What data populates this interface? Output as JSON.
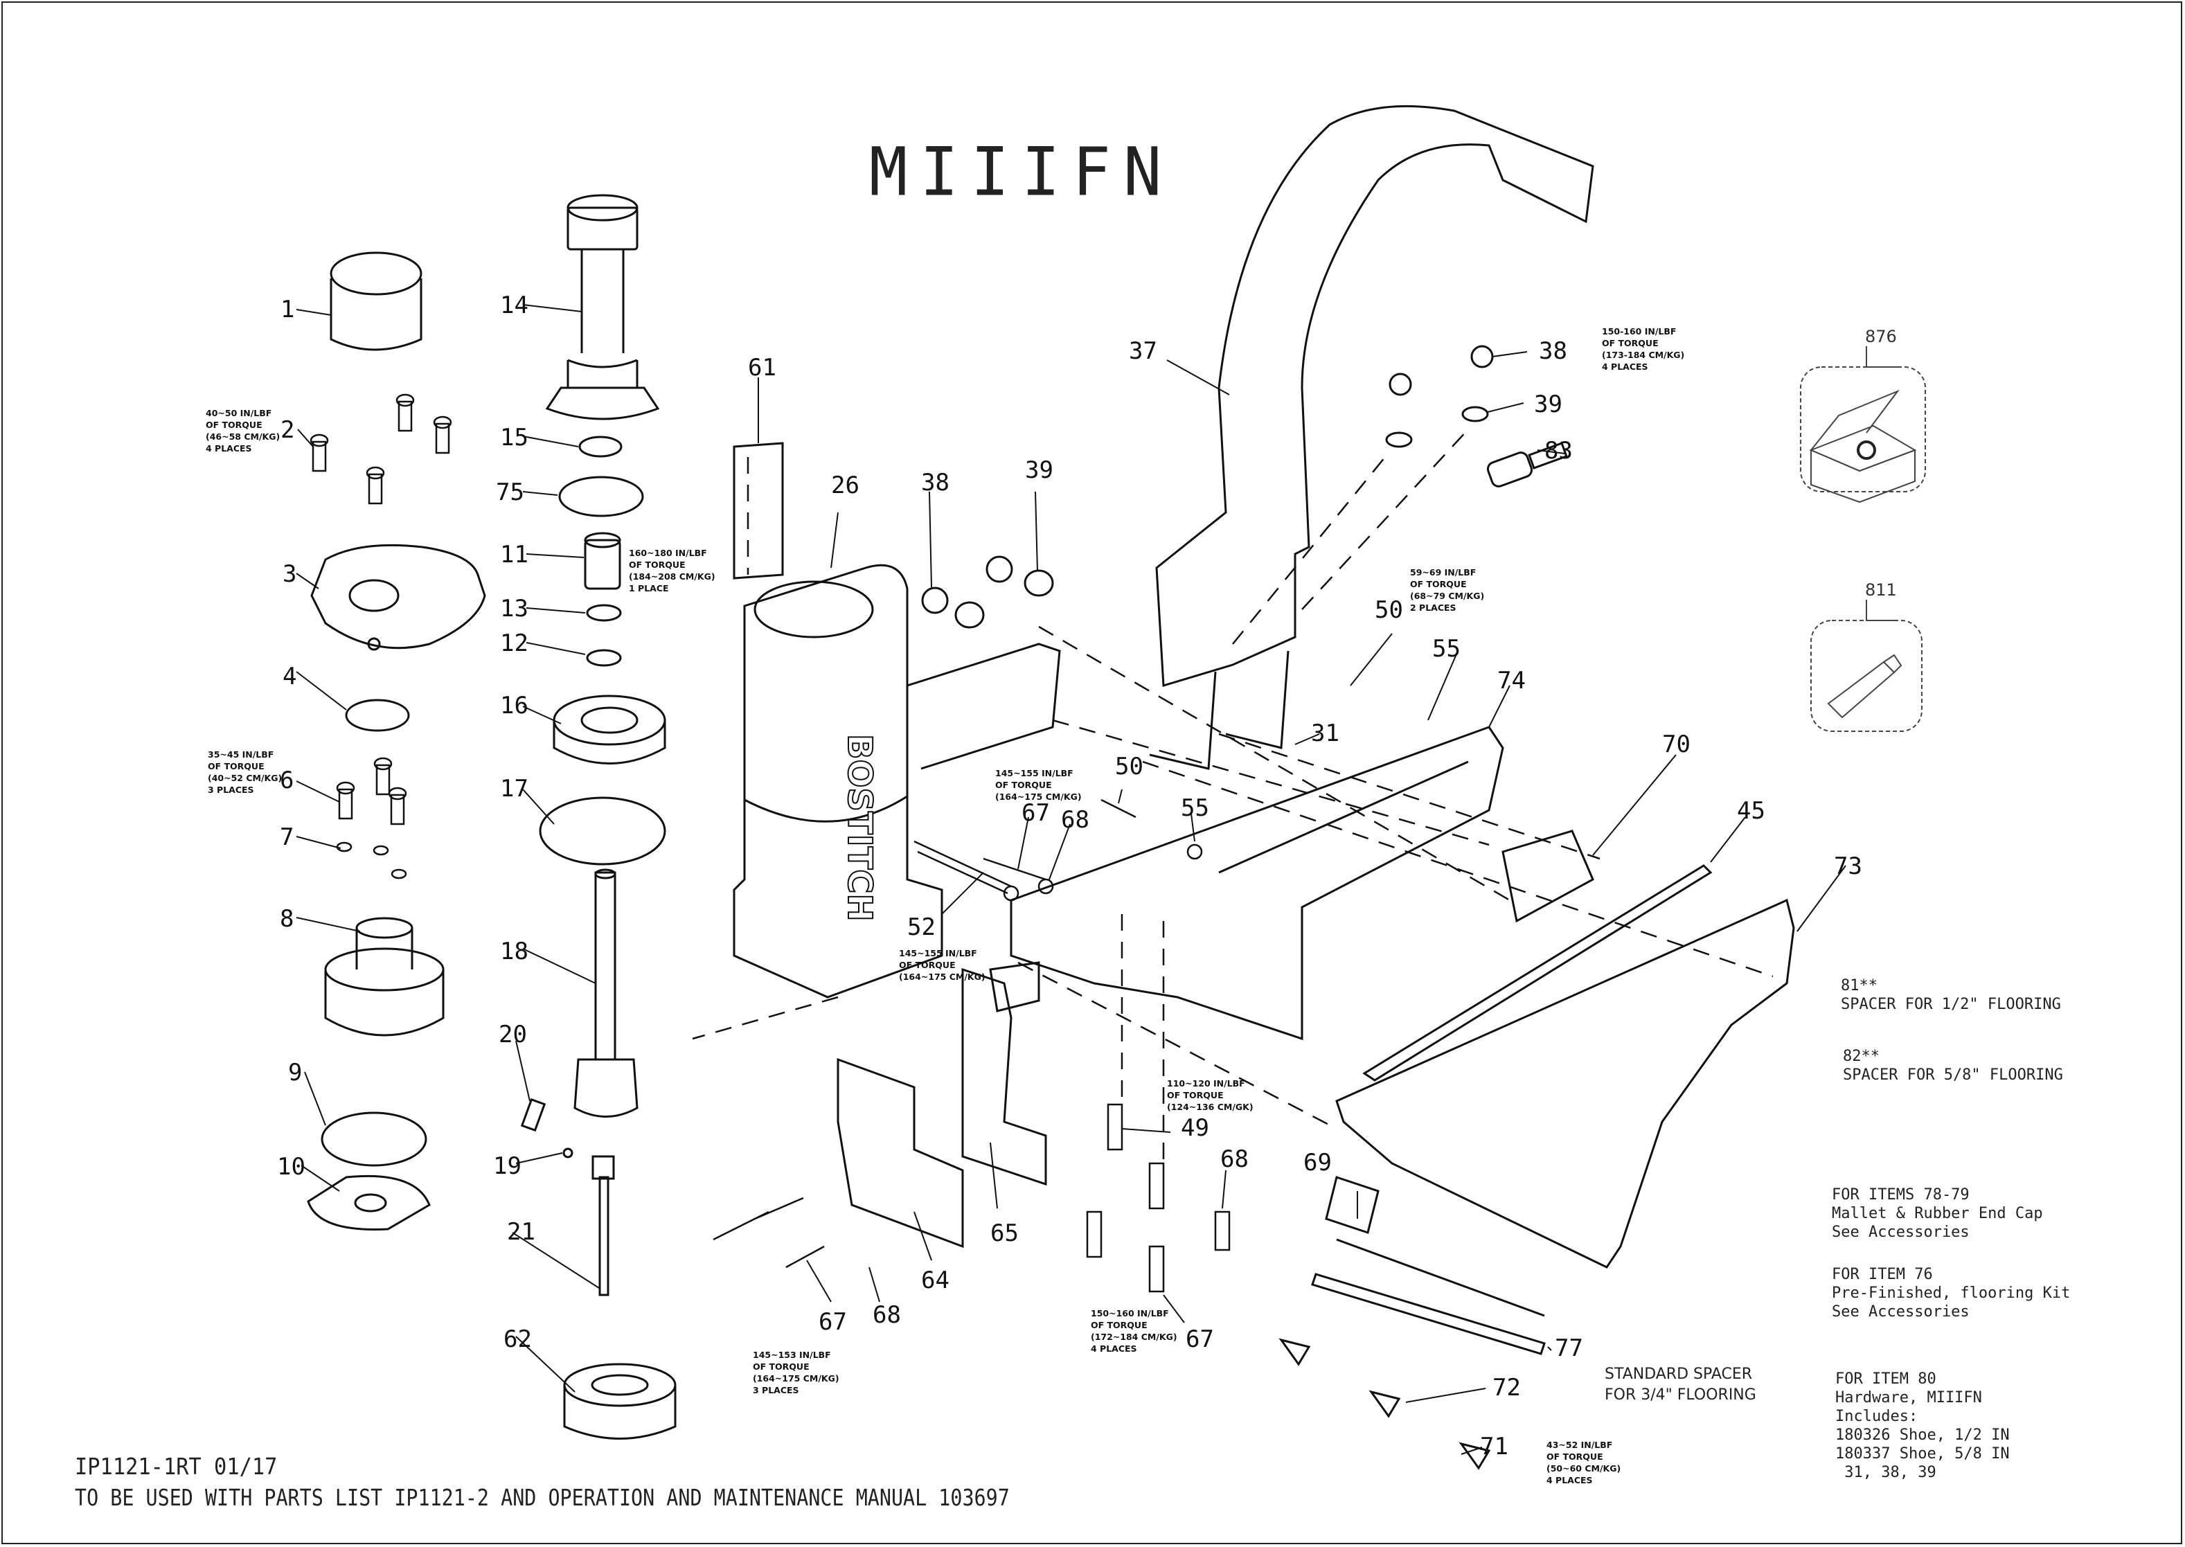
{
  "document": {
    "title": "MIIIFN",
    "doc_code": "IP1121-1RT 01/17",
    "footer_text": "TO BE USED WITH PARTS LIST IP1121-2 AND OPERATION AND MAINTENANCE MANUAL 103697"
  },
  "parts": [
    {
      "id": "1"
    },
    {
      "id": "2"
    },
    {
      "id": "3"
    },
    {
      "id": "4"
    },
    {
      "id": "6"
    },
    {
      "id": "7"
    },
    {
      "id": "8"
    },
    {
      "id": "9"
    },
    {
      "id": "10"
    },
    {
      "id": "11"
    },
    {
      "id": "12"
    },
    {
      "id": "13"
    },
    {
      "id": "14"
    },
    {
      "id": "15"
    },
    {
      "id": "16"
    },
    {
      "id": "17"
    },
    {
      "id": "18"
    },
    {
      "id": "19"
    },
    {
      "id": "20"
    },
    {
      "id": "21"
    },
    {
      "id": "26"
    },
    {
      "id": "31"
    },
    {
      "id": "37"
    },
    {
      "id": "38"
    },
    {
      "id": "39"
    },
    {
      "id": "45"
    },
    {
      "id": "49"
    },
    {
      "id": "50"
    },
    {
      "id": "52"
    },
    {
      "id": "55"
    },
    {
      "id": "61"
    },
    {
      "id": "62"
    },
    {
      "id": "64"
    },
    {
      "id": "65"
    },
    {
      "id": "67"
    },
    {
      "id": "68"
    },
    {
      "id": "69"
    },
    {
      "id": "70"
    },
    {
      "id": "71"
    },
    {
      "id": "72"
    },
    {
      "id": "73"
    },
    {
      "id": "74"
    },
    {
      "id": "75"
    },
    {
      "id": "77"
    },
    {
      "id": "83"
    }
  ],
  "callouts": [
    {
      "label": "1"
    },
    {
      "label": "2"
    },
    {
      "label": "3"
    },
    {
      "label": "4"
    },
    {
      "label": "6"
    },
    {
      "label": "7"
    },
    {
      "label": "8"
    },
    {
      "label": "9"
    },
    {
      "label": "10"
    },
    {
      "label": "14"
    },
    {
      "label": "15"
    },
    {
      "label": "75"
    },
    {
      "label": "11"
    },
    {
      "label": "13"
    },
    {
      "label": "12"
    },
    {
      "label": "16"
    },
    {
      "label": "17"
    },
    {
      "label": "18"
    },
    {
      "label": "20"
    },
    {
      "label": "19"
    },
    {
      "label": "21"
    },
    {
      "label": "62"
    },
    {
      "label": "61"
    },
    {
      "label": "26"
    },
    {
      "label": "38"
    },
    {
      "label": "39"
    },
    {
      "label": "37"
    },
    {
      "label": "38"
    },
    {
      "label": "39"
    },
    {
      "label": "83"
    },
    {
      "label": "50"
    },
    {
      "label": "55"
    },
    {
      "label": "31"
    },
    {
      "label": "74"
    },
    {
      "label": "70"
    },
    {
      "label": "45"
    },
    {
      "label": "73"
    },
    {
      "label": "50"
    },
    {
      "label": "55"
    },
    {
      "label": "67"
    },
    {
      "label": "68"
    },
    {
      "label": "52"
    },
    {
      "label": "49"
    },
    {
      "label": "68"
    },
    {
      "label": "69"
    },
    {
      "label": "65"
    },
    {
      "label": "64"
    },
    {
      "label": "67"
    },
    {
      "label": "68"
    },
    {
      "label": "67"
    },
    {
      "label": "77"
    },
    {
      "label": "72"
    },
    {
      "label": "71"
    }
  ],
  "torque_notes": [
    {
      "part": "2",
      "text": "40~50 IN/LBF\nOF TORQUE\n(46~58 CM/KG)\n4 PLACES"
    },
    {
      "part": "6",
      "text": "35~45 IN/LBF\nOF TORQUE\n(40~52 CM/KG)\n3 PLACES"
    },
    {
      "part": "11",
      "text": "160~180 IN/LBF\nOF TORQUE\n(184~208 CM/KG)\n1 PLACE"
    },
    {
      "part": "38",
      "text": "150-160 IN/LBF\nOF TORQUE\n(173-184 CM/KG)\n4 PLACES"
    },
    {
      "part": "50",
      "text": "59~69 IN/LBF\nOF TORQUE\n(68~79 CM/KG)\n2 PLACES"
    },
    {
      "part": "67",
      "text": "145~155 IN/LBF\nOF TORQUE\n(164~175 CM/KG)"
    },
    {
      "part": "52",
      "text": "145~155 IN/LBF\nOF TORQUE\n(164~175 CM/KG)"
    },
    {
      "part": "49",
      "text": "110~120 IN/LBF\nOF TORQUE\n(124~136 CM/GK)"
    },
    {
      "part": "67b",
      "text": "150~160 IN/LBF\nOF TORQUE\n(172~184 CM/KG)\n4 PLACES"
    },
    {
      "part": "67c",
      "text": "145~153 IN/LBF\nOF TORQUE\n(164~175 CM/KG)\n3 PLACES"
    },
    {
      "part": "71",
      "text": "43~52 IN/LBF\nOF TORQUE\n(50~60 CM/KG)\n4 PLACES"
    }
  ],
  "spacer_note": {
    "line1": "STANDARD SPACER",
    "line2": "FOR 3/4\" FLOORING"
  },
  "side_notes": [
    {
      "text": "81**\nSPACER FOR 1/2\" FLOORING"
    },
    {
      "text": "82**\nSPACER FOR 5/8\" FLOORING"
    },
    {
      "text": "FOR ITEMS 78-79\nMallet & Rubber End Cap\nSee Accessories"
    },
    {
      "text": "FOR ITEM 76\nPre-Finished, flooring Kit\nSee Accessories"
    },
    {
      "text": "FOR ITEM 80\nHardware, MIIIFN\nIncludes:\n180326 Shoe, 1/2 IN\n180337 Shoe, 5/8 IN\n 31, 38, 39"
    }
  ],
  "accessories": [
    {
      "label": "876",
      "icon": "kit-box-icon"
    },
    {
      "label": "811",
      "icon": "lubricant-tube-icon"
    }
  ],
  "brand_mark": "BOSTITCH"
}
